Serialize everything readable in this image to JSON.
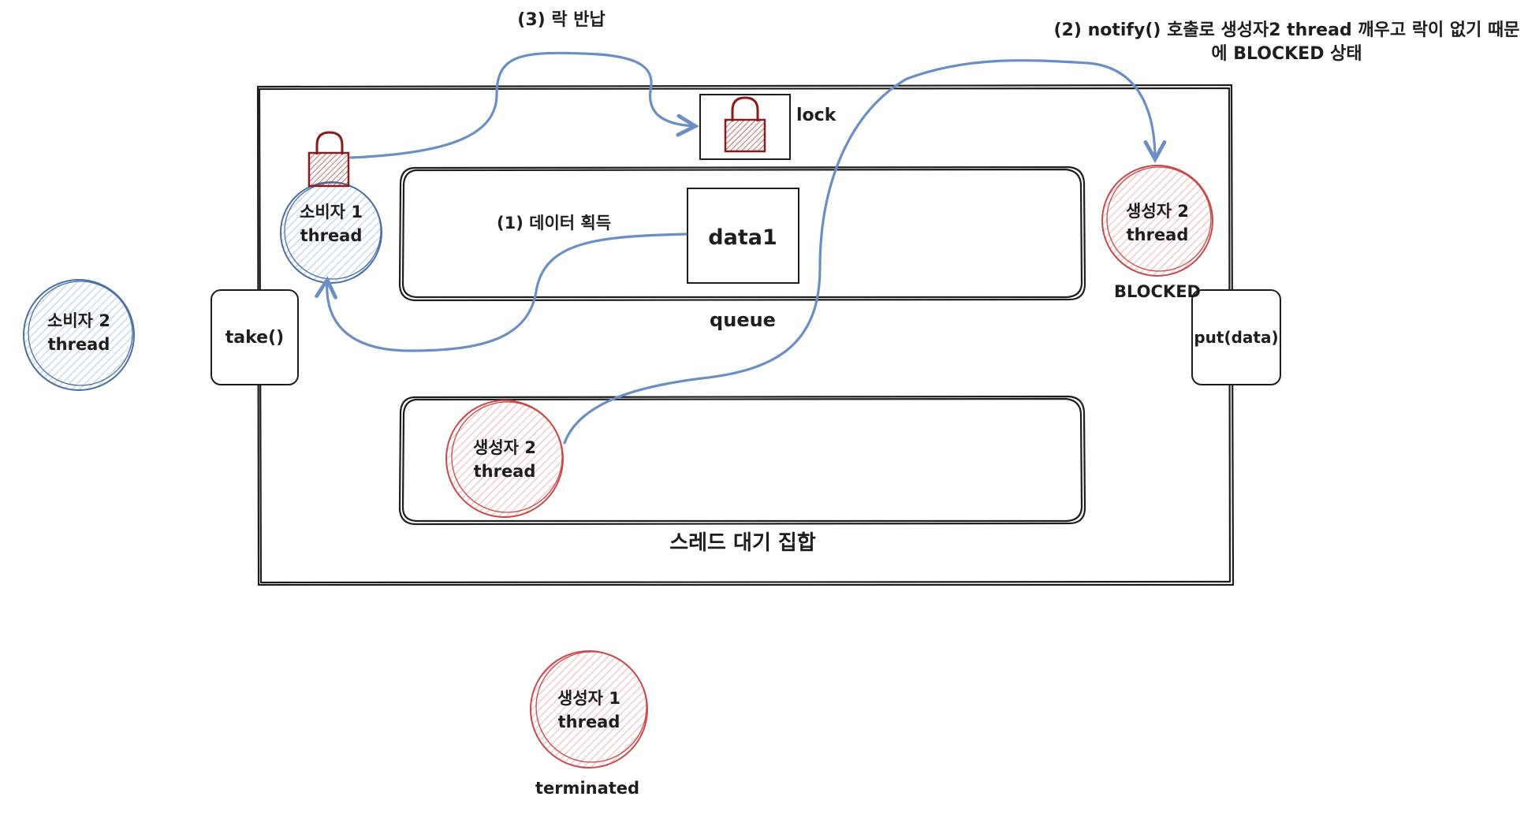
{
  "annotations": {
    "step1": "(1) 데이터 획득",
    "step2_line1": "(2) notify() 호출로 생성자2 thread 깨우고 락이 없기 때문",
    "step2_line2": "에 BLOCKED 상태",
    "step3": "(3) 락 반납"
  },
  "lock": {
    "label": "lock"
  },
  "queue": {
    "label": "queue",
    "item": "data1"
  },
  "wait_set": {
    "label": "스레드 대기 집합"
  },
  "methods": {
    "take": "take()",
    "put": "put(data)"
  },
  "threads": {
    "consumer1": {
      "line1": "소비자 1",
      "line2": "thread"
    },
    "consumer2": {
      "line1": "소비자 2",
      "line2": "thread"
    },
    "producer2_active": {
      "line1": "생성자 2",
      "line2": "thread",
      "status": "BLOCKED"
    },
    "producer2_waiting": {
      "line1": "생성자 2",
      "line2": "thread"
    },
    "producer1": {
      "line1": "생성자 1",
      "line2": "thread",
      "status": "terminated"
    }
  },
  "colors": {
    "consumer": "#4a6fa5",
    "consumer_fill": "#a5c8f0",
    "producer": "#c94a4a",
    "producer_fill": "#f2a7a7",
    "lock": "#8b1a1a",
    "arrow": "#6b8fc4"
  }
}
